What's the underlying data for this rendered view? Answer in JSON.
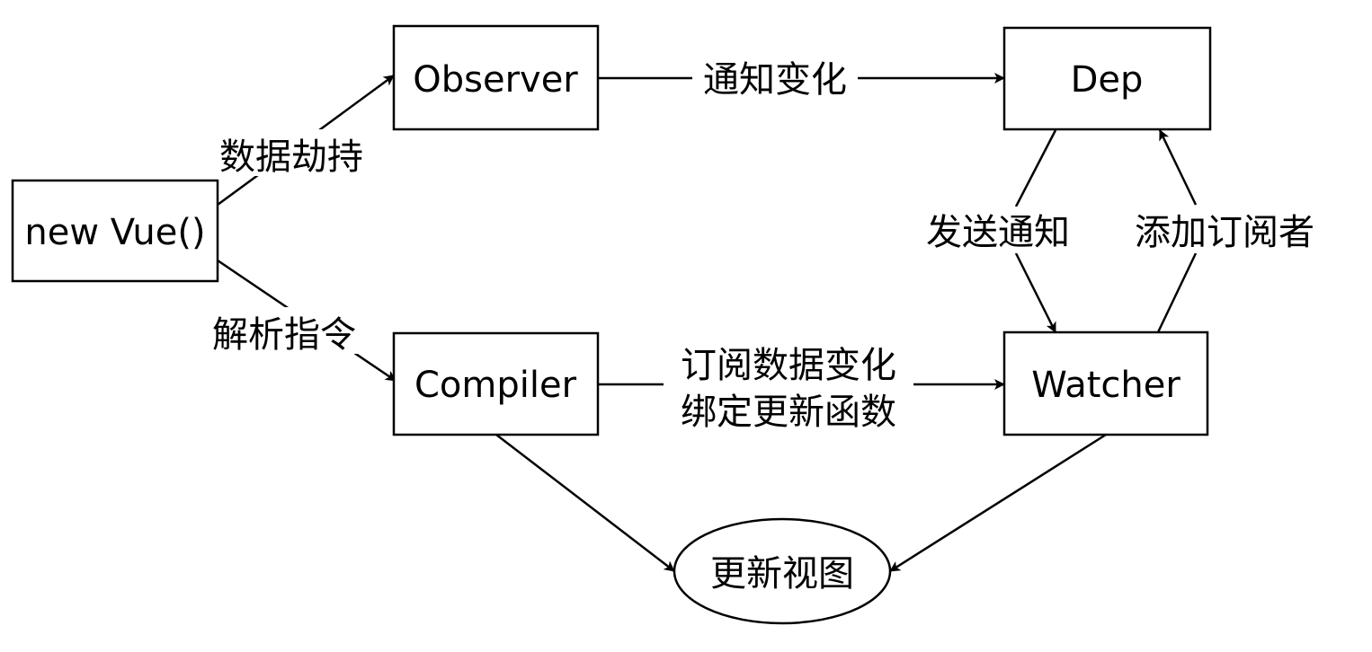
{
  "nodes": {
    "new_vue": {
      "label": "new Vue()"
    },
    "observer": {
      "label": "Observer"
    },
    "compiler": {
      "label": "Compiler"
    },
    "dep": {
      "label": "Dep"
    },
    "watcher": {
      "label": "Watcher"
    },
    "update_view": {
      "label": "更新视图"
    }
  },
  "edges": {
    "vue_to_observer": {
      "label": "数据劫持"
    },
    "vue_to_compiler": {
      "label": "解析指令"
    },
    "observer_to_dep": {
      "label": "通知变化"
    },
    "compiler_to_watcher": {
      "line1": "订阅数据变化",
      "line2": "绑定更新函数"
    },
    "dep_to_watcher": {
      "label": "发送通知"
    },
    "watcher_to_dep": {
      "label": "添加订阅者"
    }
  },
  "colors": {
    "stroke": "#000000",
    "fill": "#ffffff",
    "background": "#ffffff"
  }
}
